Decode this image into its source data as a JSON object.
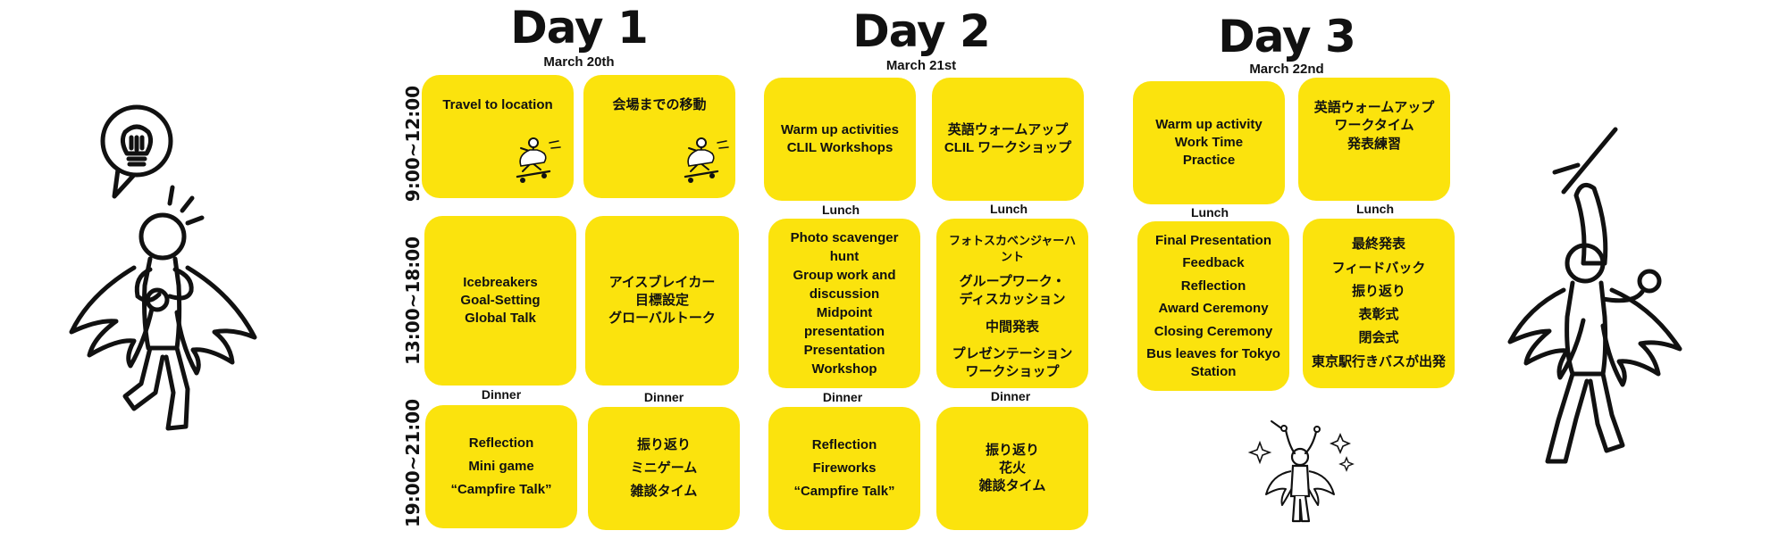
{
  "days": [
    {
      "title": "Day 1",
      "date": "March 20th"
    },
    {
      "title": "Day 2",
      "date": "March 21st"
    },
    {
      "title": "Day 3",
      "date": "March 22nd"
    }
  ],
  "time_slots": [
    "9:00~12:00",
    "13:00~18:00",
    "19:00~21:00"
  ],
  "meals": {
    "lunch": "Lunch",
    "dinner": "Dinner"
  },
  "cards": {
    "d1_morning_en": [
      "Travel to location"
    ],
    "d1_morning_ja": [
      "会場までの移動"
    ],
    "d1_afternoon_en": [
      "Icebreakers",
      "Goal-Setting",
      "Global Talk"
    ],
    "d1_afternoon_ja": [
      "アイスブレイカー",
      "目標設定",
      "グローバルトーク"
    ],
    "d1_evening_en": [
      "Reflection",
      "Mini game",
      "“Campfire Talk”"
    ],
    "d1_evening_ja": [
      "振り返り",
      "ミニゲーム",
      "雑談タイム"
    ],
    "d2_morning_en": [
      "Warm up activities",
      "CLIL Workshops"
    ],
    "d2_morning_ja": [
      "英語ウォームアップ",
      "CLIL ワークショップ"
    ],
    "d2_afternoon_en": [
      "Photo scavenger",
      "hunt",
      "Group work and",
      "discussion",
      "Midpoint",
      "presentation",
      "Presentation",
      "Workshop"
    ],
    "d2_afternoon_ja": [
      "フォトスカベンジャーハント",
      "グループワーク・",
      "ディスカッション",
      "中間発表",
      "プレゼンテーション",
      "ワークショップ"
    ],
    "d2_evening_en": [
      "Reflection",
      "Fireworks",
      "“Campfire Talk”"
    ],
    "d2_evening_ja": [
      "振り返り",
      "花火",
      "雑談タイム"
    ],
    "d3_morning_en": [
      "Warm up activity",
      "Work Time",
      "Practice"
    ],
    "d3_morning_ja": [
      "英語ウォームアップ",
      "ワークタイム",
      "発表練習"
    ],
    "d3_afternoon_en": [
      "Final Presentation",
      "Feedback",
      "Reflection",
      "Award Ceremony",
      "Closing Ceremony",
      "Bus leaves for Tokyo",
      "Station"
    ],
    "d3_afternoon_ja": [
      "最終発表",
      "フィードバック",
      "振り返り",
      "表彰式",
      "閉会式",
      "東京駅行きバスが出発"
    ]
  },
  "icons": {
    "left_figure": "winged-figure-lightbulb-icon",
    "right_figure": "winged-figure-baton-icon",
    "skateboarder": "skateboarder-icon",
    "celebration": "celebrating-figure-icon"
  },
  "colors": {
    "card": "#FBE30D",
    "ink": "#111111",
    "background": "#FFFFFF"
  }
}
